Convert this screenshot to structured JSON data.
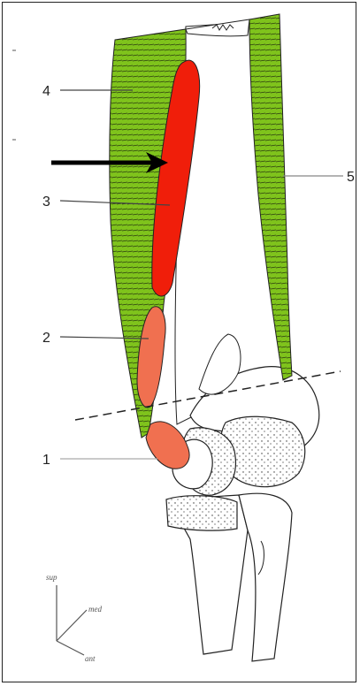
{
  "labels": {
    "l1": "1",
    "l2": "2",
    "l3": "3",
    "l4": "4",
    "l5": "5"
  },
  "axes": {
    "sup": "sup",
    "med": "med",
    "ant": "ant"
  },
  "colors": {
    "muscle_green": "#7fc31c",
    "origin_red": "#f01e0a",
    "origin_salmon": "#f07050",
    "bone_fill": "#ffffff",
    "outline": "#222222",
    "arrow": "#000000"
  }
}
